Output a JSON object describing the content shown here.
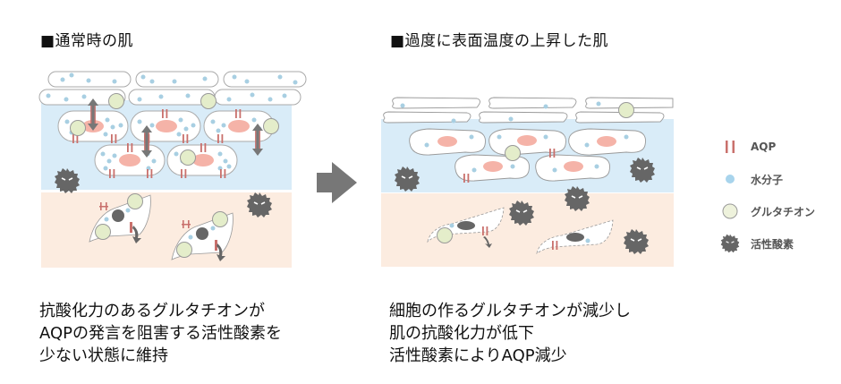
{
  "headings": {
    "normal": "■通常時の肌",
    "heated": "■過度に表面温度の上昇した肌"
  },
  "captions": {
    "normal": [
      "抗酸化力のあるグルタチオンが",
      "AQPの発言を阻害する活性酸素を",
      "少ない状態に維持"
    ],
    "heated": [
      "細胞の作るグルタチオンが減少し",
      "肌の抗酸化力が低下",
      "活性酸素によりAQP減少"
    ]
  },
  "legend": [
    {
      "icon": "aqp-icon",
      "label": "AQP"
    },
    {
      "icon": "water-molecule-icon",
      "label": "水分子"
    },
    {
      "icon": "glutathione-icon",
      "label": "グルタチオン"
    },
    {
      "icon": "active-oxygen-icon",
      "label": "活性酸素"
    }
  ],
  "colors": {
    "epidermis": "#d9ecf8",
    "dermis": "#fcece0",
    "aqp": "#c9706c",
    "water": "#a8cfe2",
    "glutathione": "#e4edca",
    "nucleus": "#f5b3a8",
    "ros": "#666666",
    "arrow": "#777777"
  }
}
